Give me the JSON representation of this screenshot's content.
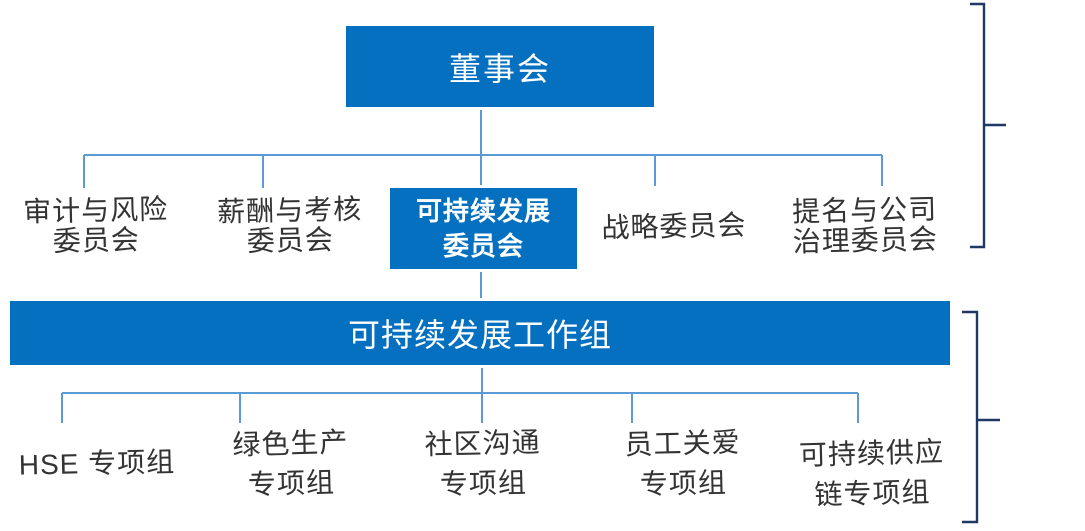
{
  "colors": {
    "box_blue": "#0570C0",
    "connector_blue": "#5B9BD5",
    "bracket_navy": "#1F3864",
    "label_text": "#333333",
    "box_text": "#FFFFFF"
  },
  "board": {
    "label": "董事会"
  },
  "committees": [
    {
      "name": "audit-risk",
      "lines": [
        "审计与风险",
        "委员会"
      ]
    },
    {
      "name": "remuneration-appraisal",
      "lines": [
        "薪酬与考核",
        "委员会"
      ]
    },
    {
      "name": "sustainability",
      "lines": [
        "可持续发展",
        "委员会"
      ]
    },
    {
      "name": "strategy",
      "lines": [
        "战略委员会"
      ]
    },
    {
      "name": "nomination-governance",
      "lines": [
        "提名与公司",
        "治理委员会"
      ]
    }
  ],
  "working_group": {
    "label": "可持续发展工作组"
  },
  "task_groups": [
    {
      "name": "hse",
      "lines": [
        "HSE 专项组"
      ]
    },
    {
      "name": "green-production",
      "lines": [
        "绿色生产",
        "专项组"
      ]
    },
    {
      "name": "community-communication",
      "lines": [
        "社区沟通",
        "专项组"
      ]
    },
    {
      "name": "employee-care",
      "lines": [
        "员工关爱",
        "专项组"
      ]
    },
    {
      "name": "sustainable-supply-chain",
      "lines": [
        "可持续供应",
        "链专项组"
      ]
    }
  ]
}
